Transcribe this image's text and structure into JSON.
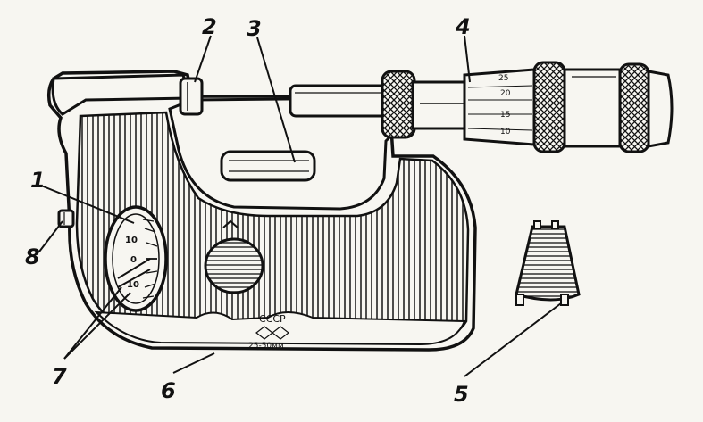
{
  "labels": {
    "n1": "1",
    "n2": "2",
    "n3": "3",
    "n4": "4",
    "n5": "5",
    "n6": "6",
    "n7": "7",
    "n8": "8"
  },
  "marking": {
    "country": "СССР",
    "range": "25-50мм"
  },
  "dial_scale": [
    "10",
    "0",
    "10"
  ],
  "thimble_scale": [
    "25",
    "20",
    "15",
    "10"
  ],
  "colors": {
    "ink": "#111111",
    "paper": "#f7f6f1"
  }
}
